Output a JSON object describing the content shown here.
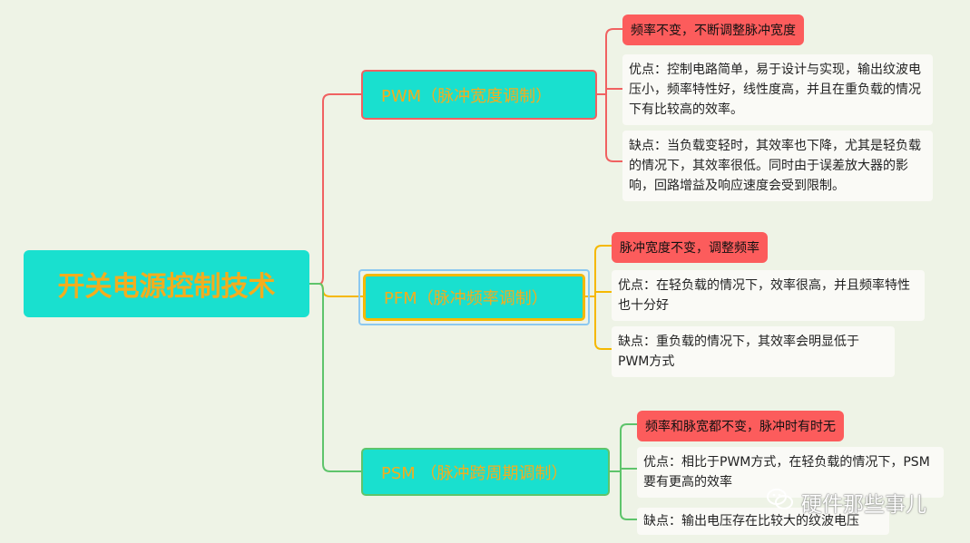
{
  "root": {
    "title": "开关电源控制技术"
  },
  "branches": [
    {
      "label": "PWM（脉冲宽度调制）",
      "tag": "频率不变，不断调整脉冲宽度",
      "advantages": "优点：控制电路简单，易于设计与实现，输出纹波电压小，频率特性好，线性度高，并且在重负载的情况下有比较高的效率。",
      "disadvantages": "缺点：当负载变轻时，其效率也下降，尤其是轻负载的情况下，其效率很低。同时由于误差放大器的影响，回路增益及响应速度会受到限制。"
    },
    {
      "label": "PFM（脉冲频率调制）",
      "tag": "脉冲宽度不变，调整频率",
      "advantages": "优点：在轻负载的情况下，效率很高，并且频率特性也十分好",
      "disadvantages": "缺点：重负载的情况下，其效率会明显低于PWM方式"
    },
    {
      "label": "PSM （脉冲跨周期调制）",
      "tag": "频率和脉宽都不变，脉冲时有时无",
      "advantages": "优点：相比于PWM方式，在轻负载的情况下，PSM要有更高的效率",
      "disadvantages": "缺点：输出电压存在比较大的纹波电压"
    }
  ],
  "colors": {
    "pwm": "#f06161",
    "pfm": "#f5b800",
    "psm": "#5ec46b",
    "root": "#19e0cf",
    "text_accent": "#f3ad1e",
    "tag": "#fc5c5c"
  },
  "watermark": {
    "icon": "wechat-icon",
    "text": "硬件那些事儿"
  }
}
